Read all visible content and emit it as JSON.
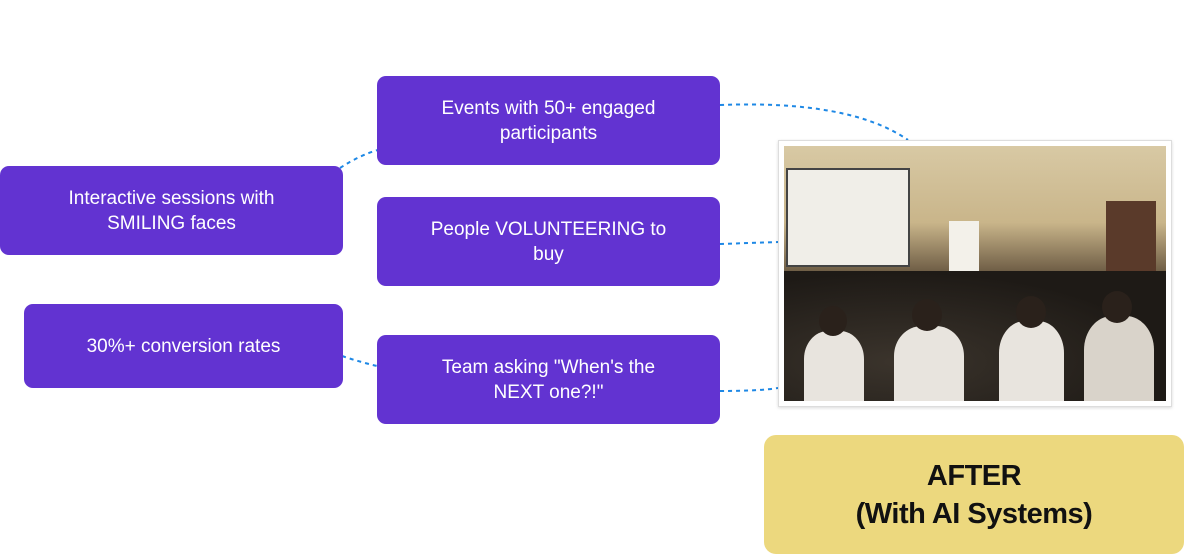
{
  "boxes": {
    "events": "Events with 50+ engaged participants",
    "interactive": "Interactive sessions with SMILING faces",
    "volunteering": "People VOLUNTEERING to buy",
    "conversion": "30%+ conversion rates",
    "team": "Team asking \"When's the NEXT one?!\""
  },
  "after": {
    "line1": "AFTER",
    "line2": "(With AI Systems)"
  },
  "colors": {
    "box": "#6233d1",
    "after": "#ecd87e",
    "connector": "#1e88e5"
  }
}
